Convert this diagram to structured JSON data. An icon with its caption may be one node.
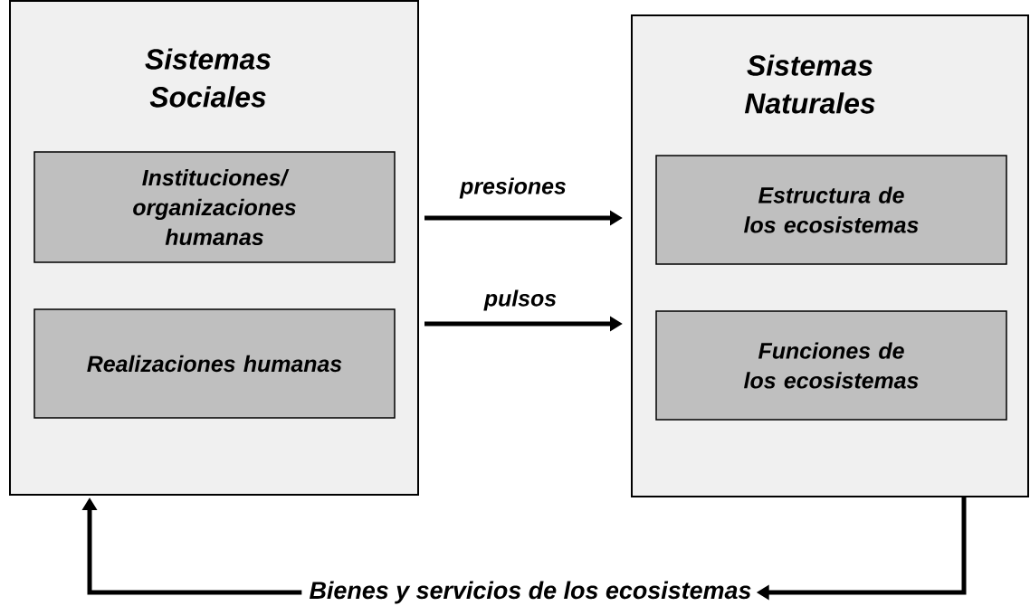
{
  "diagram": {
    "nodes": [
      {
        "text": [
          "Sistemas Sociales"
        ]
      },
      {
        "text": [
          "Instituciones/ organizaciones humanas"
        ],
        "in": 0
      },
      {
        "text": [
          "Realizaciones humanas"
        ],
        "in": 0
      },
      {
        "text": [
          "Sistemas Naturales"
        ]
      },
      {
        "text": [
          "Estructura de los ecosistemas"
        ],
        "in": 3
      },
      {
        "text": [
          "Funciones de los ecosistemas"
        ],
        "in": 3
      },
      {
        "text": [
          "Bienes  y servicios de los ecosistemas"
        ]
      }
    ],
    "edges": [
      {
        "from": 0,
        "to": 3,
        "arrow": "to",
        "label": "presiones"
      },
      {
        "from": 0,
        "to": 3,
        "arrow": "to",
        "label": "pulsos"
      },
      {
        "from": 3,
        "to": 6,
        "arrow": "to"
      },
      {
        "from": 6,
        "to": 0,
        "arrow": "to"
      }
    ]
  }
}
